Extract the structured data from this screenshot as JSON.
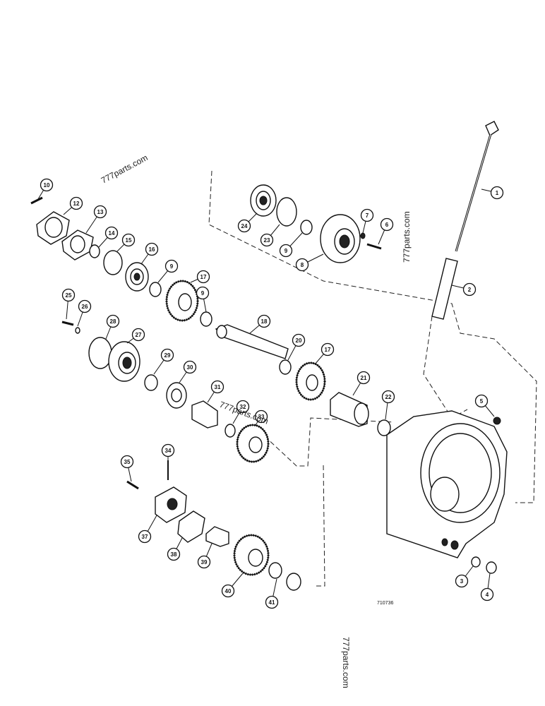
{
  "drawing_number": "710736",
  "watermarks": [
    "777parts.com",
    "777parts.com",
    "777parts.com",
    "777parts.com"
  ],
  "callouts": [
    "1",
    "2",
    "3",
    "4",
    "5",
    "6",
    "7",
    "8",
    "9",
    "9",
    "9",
    "10",
    "12",
    "13",
    "14",
    "15",
    "16",
    "17",
    "17",
    "18",
    "20",
    "21",
    "22",
    "23",
    "24",
    "25",
    "26",
    "27",
    "28",
    "29",
    "30",
    "31",
    "32",
    "33",
    "34",
    "35",
    "37",
    "38",
    "39",
    "40",
    "41"
  ]
}
